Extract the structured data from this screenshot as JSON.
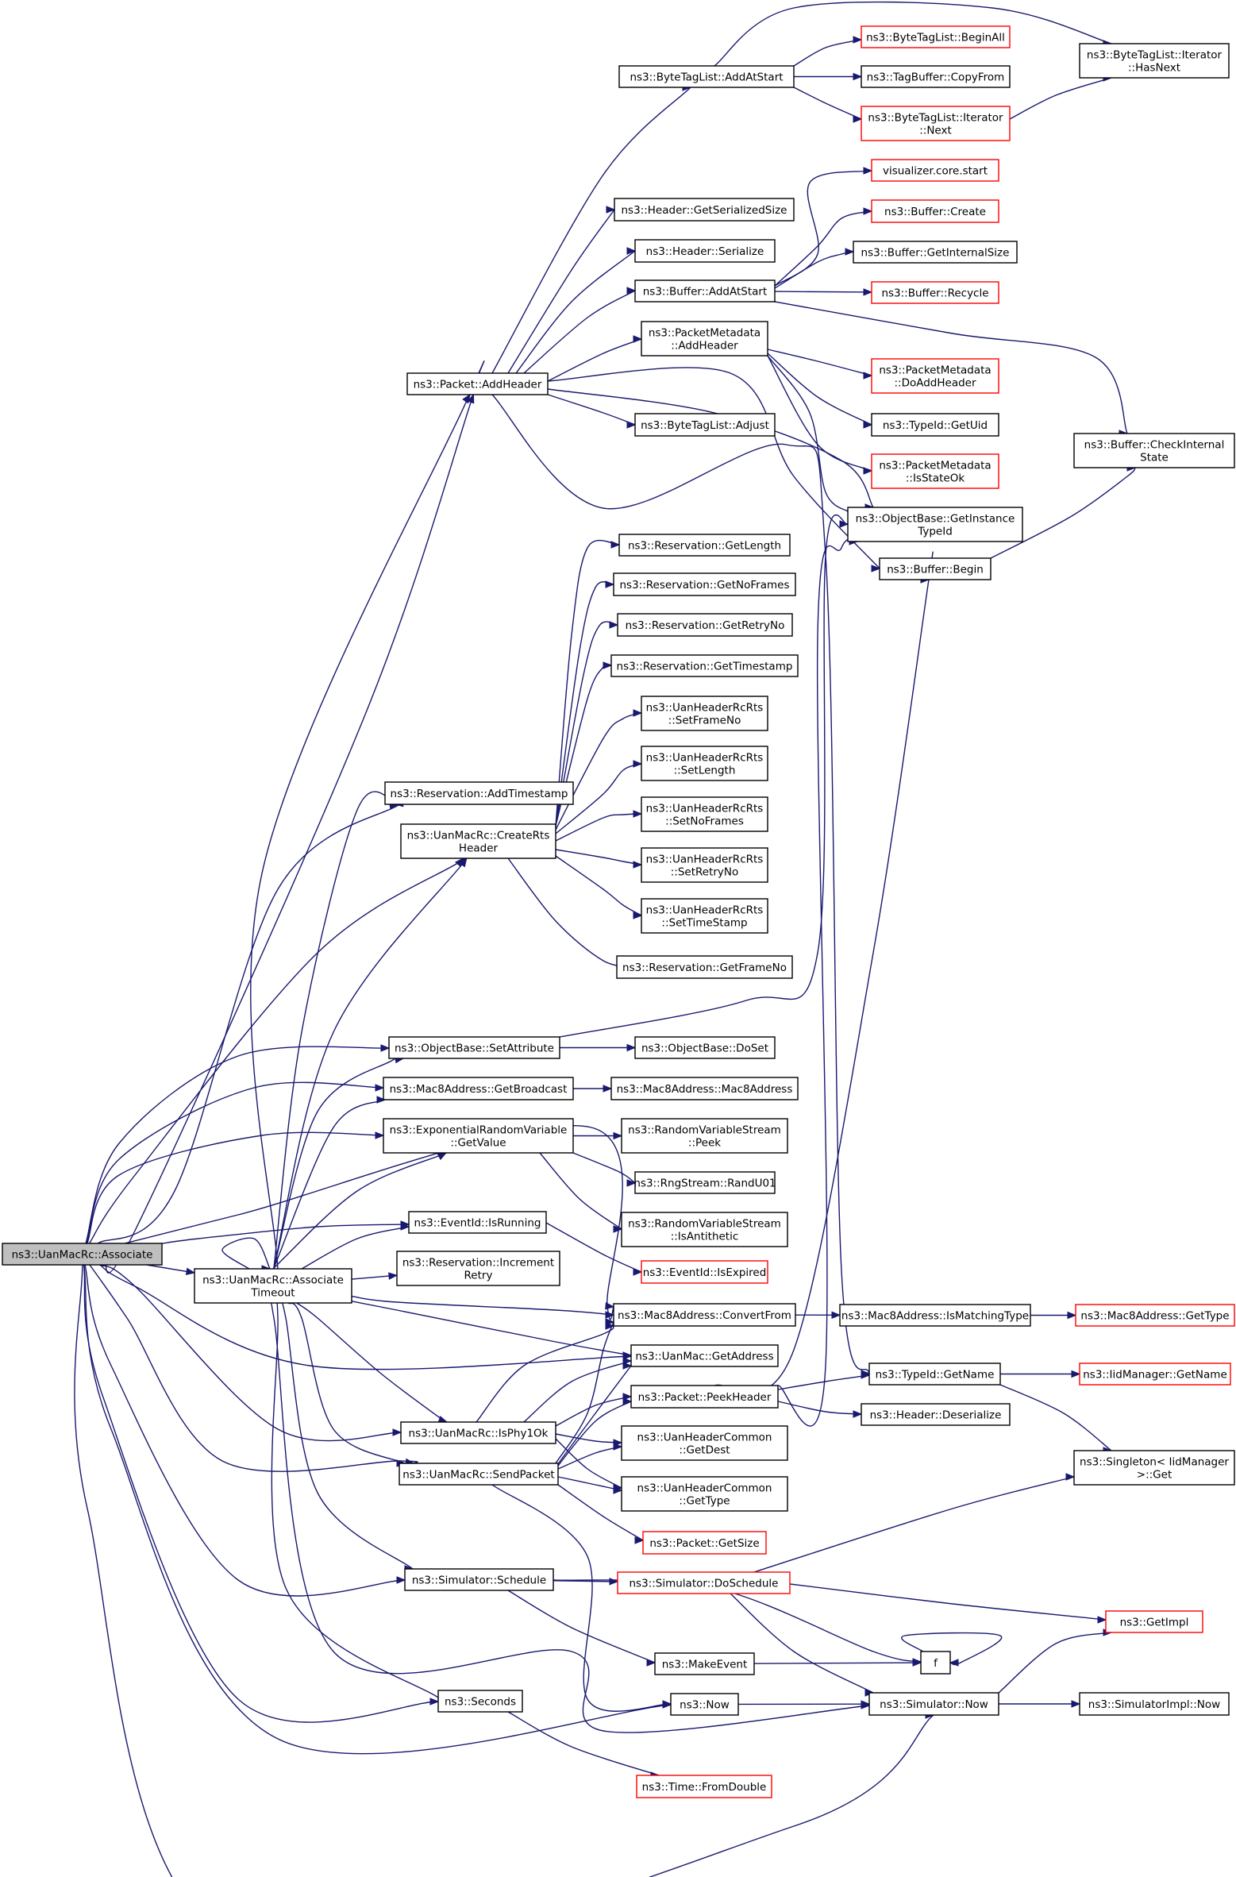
{
  "nodes": [
    {
      "id": "root",
      "lines": [
        "ns3::UanMacRc::Associate"
      ],
      "style": "root"
    },
    {
      "id": "assocTO",
      "lines": [
        "ns3::UanMacRc::Associate",
        "Timeout"
      ],
      "style": "normal"
    },
    {
      "id": "addHeader",
      "lines": [
        "ns3::Packet::AddHeader"
      ],
      "style": "normal"
    },
    {
      "id": "resAddTs",
      "lines": [
        "ns3::Reservation::AddTimestamp"
      ],
      "style": "normal"
    },
    {
      "id": "createRts",
      "lines": [
        "ns3::UanMacRc::CreateRts",
        "Header"
      ],
      "style": "normal"
    },
    {
      "id": "setAttr",
      "lines": [
        "ns3::ObjectBase::SetAttribute"
      ],
      "style": "normal"
    },
    {
      "id": "getBcast",
      "lines": [
        "ns3::Mac8Address::GetBroadcast"
      ],
      "style": "normal"
    },
    {
      "id": "expGetValue",
      "lines": [
        "ns3::ExponentialRandomVariable",
        "::GetValue"
      ],
      "style": "normal"
    },
    {
      "id": "evIsRunning",
      "lines": [
        "ns3::EventId::IsRunning"
      ],
      "style": "normal"
    },
    {
      "id": "resIncRetry",
      "lines": [
        "ns3::Reservation::Increment",
        "Retry"
      ],
      "style": "normal"
    },
    {
      "id": "isPhy1Ok",
      "lines": [
        "ns3::UanMacRc::IsPhy1Ok"
      ],
      "style": "normal"
    },
    {
      "id": "sendPacket",
      "lines": [
        "ns3::UanMacRc::SendPacket"
      ],
      "style": "normal"
    },
    {
      "id": "simSchedule",
      "lines": [
        "ns3::Simulator::Schedule"
      ],
      "style": "normal"
    },
    {
      "id": "seconds",
      "lines": [
        "ns3::Seconds"
      ],
      "style": "normal"
    },
    {
      "id": "btlAddAtStart",
      "lines": [
        "ns3::ByteTagList::AddAtStart"
      ],
      "style": "normal"
    },
    {
      "id": "hdrGetSerSize",
      "lines": [
        "ns3::Header::GetSerializedSize"
      ],
      "style": "normal"
    },
    {
      "id": "hdrSerialize",
      "lines": [
        "ns3::Header::Serialize"
      ],
      "style": "normal"
    },
    {
      "id": "bufAddAtStart",
      "lines": [
        "ns3::Buffer::AddAtStart"
      ],
      "style": "normal"
    },
    {
      "id": "pmAddHeader",
      "lines": [
        "ns3::PacketMetadata",
        "::AddHeader"
      ],
      "style": "normal"
    },
    {
      "id": "btlAdjust",
      "lines": [
        "ns3::ByteTagList::Adjust"
      ],
      "style": "normal"
    },
    {
      "id": "resGetLength",
      "lines": [
        "ns3::Reservation::GetLength"
      ],
      "style": "normal"
    },
    {
      "id": "resGetNoFrames",
      "lines": [
        "ns3::Reservation::GetNoFrames"
      ],
      "style": "normal"
    },
    {
      "id": "resGetRetryNo",
      "lines": [
        "ns3::Reservation::GetRetryNo"
      ],
      "style": "normal"
    },
    {
      "id": "resGetTimestamp",
      "lines": [
        "ns3::Reservation::GetTimestamp"
      ],
      "style": "normal"
    },
    {
      "id": "rtsSetFrameNo",
      "lines": [
        "ns3::UanHeaderRcRts",
        "::SetFrameNo"
      ],
      "style": "normal"
    },
    {
      "id": "rtsSetLength",
      "lines": [
        "ns3::UanHeaderRcRts",
        "::SetLength"
      ],
      "style": "normal"
    },
    {
      "id": "rtsSetNoFrames",
      "lines": [
        "ns3::UanHeaderRcRts",
        "::SetNoFrames"
      ],
      "style": "normal"
    },
    {
      "id": "rtsSetRetryNo",
      "lines": [
        "ns3::UanHeaderRcRts",
        "::SetRetryNo"
      ],
      "style": "normal"
    },
    {
      "id": "rtsSetTimeStamp",
      "lines": [
        "ns3::UanHeaderRcRts",
        "::SetTimeStamp"
      ],
      "style": "normal"
    },
    {
      "id": "resGetFrameNo",
      "lines": [
        "ns3::Reservation::GetFrameNo"
      ],
      "style": "normal"
    },
    {
      "id": "obDoSet",
      "lines": [
        "ns3::ObjectBase::DoSet"
      ],
      "style": "normal"
    },
    {
      "id": "mac8Ctor",
      "lines": [
        "ns3::Mac8Address::Mac8Address"
      ],
      "style": "normal"
    },
    {
      "id": "rvsPeek",
      "lines": [
        "ns3::RandomVariableStream",
        "::Peek"
      ],
      "style": "normal"
    },
    {
      "id": "rngRandU01",
      "lines": [
        "ns3::RngStream::RandU01"
      ],
      "style": "normal"
    },
    {
      "id": "rvsIsAnti",
      "lines": [
        "ns3::RandomVariableStream",
        "::IsAntithetic"
      ],
      "style": "normal"
    },
    {
      "id": "evIsExpired",
      "lines": [
        "ns3::EventId::IsExpired"
      ],
      "style": "red"
    },
    {
      "id": "mac8ConvertFrom",
      "lines": [
        "ns3::Mac8Address::ConvertFrom"
      ],
      "style": "normal"
    },
    {
      "id": "uanMacGetAddr",
      "lines": [
        "ns3::UanMac::GetAddress"
      ],
      "style": "normal"
    },
    {
      "id": "pktPeekHeader",
      "lines": [
        "ns3::Packet::PeekHeader"
      ],
      "style": "normal"
    },
    {
      "id": "uhcGetDest",
      "lines": [
        "ns3::UanHeaderCommon",
        "::GetDest"
      ],
      "style": "normal"
    },
    {
      "id": "uhcGetType",
      "lines": [
        "ns3::UanHeaderCommon",
        "::GetType"
      ],
      "style": "normal"
    },
    {
      "id": "pktGetSize",
      "lines": [
        "ns3::Packet::GetSize"
      ],
      "style": "red"
    },
    {
      "id": "simDoSchedule",
      "lines": [
        "ns3::Simulator::DoSchedule"
      ],
      "style": "red"
    },
    {
      "id": "makeEvent",
      "lines": [
        "ns3::MakeEvent"
      ],
      "style": "normal"
    },
    {
      "id": "now",
      "lines": [
        "ns3::Now"
      ],
      "style": "normal"
    },
    {
      "id": "timeFromDouble",
      "lines": [
        "ns3::Time::FromDouble"
      ],
      "style": "red"
    },
    {
      "id": "btlBeginAll",
      "lines": [
        "ns3::ByteTagList::BeginAll"
      ],
      "style": "red"
    },
    {
      "id": "tbCopyFrom",
      "lines": [
        "ns3::TagBuffer::CopyFrom"
      ],
      "style": "normal"
    },
    {
      "id": "btlIterNext",
      "lines": [
        "ns3::ByteTagList::Iterator",
        "::Next"
      ],
      "style": "red"
    },
    {
      "id": "btlIterHasNext",
      "lines": [
        "ns3::ByteTagList::Iterator",
        "::HasNext"
      ],
      "style": "normal"
    },
    {
      "id": "vizCoreStart",
      "lines": [
        "visualizer.core.start"
      ],
      "style": "red"
    },
    {
      "id": "bufCreate",
      "lines": [
        "ns3::Buffer::Create"
      ],
      "style": "red"
    },
    {
      "id": "bufGetInternalSize",
      "lines": [
        "ns3::Buffer::GetInternalSize"
      ],
      "style": "normal"
    },
    {
      "id": "bufRecycle",
      "lines": [
        "ns3::Buffer::Recycle"
      ],
      "style": "red"
    },
    {
      "id": "bufCheckInternal",
      "lines": [
        "ns3::Buffer::CheckInternal",
        "State"
      ],
      "style": "normal"
    },
    {
      "id": "pmDoAddHeader",
      "lines": [
        "ns3::PacketMetadata",
        "::DoAddHeader"
      ],
      "style": "red"
    },
    {
      "id": "typeIdGetUid",
      "lines": [
        "ns3::TypeId::GetUid"
      ],
      "style": "normal"
    },
    {
      "id": "pmIsStateOk",
      "lines": [
        "ns3::PacketMetadata",
        "::IsStateOk"
      ],
      "style": "red"
    },
    {
      "id": "obGetInstTypeId",
      "lines": [
        "ns3::ObjectBase::GetInstance",
        "TypeId"
      ],
      "style": "normal"
    },
    {
      "id": "bufBegin",
      "lines": [
        "ns3::Buffer::Begin"
      ],
      "style": "normal"
    },
    {
      "id": "mac8IsMatching",
      "lines": [
        "ns3::Mac8Address::IsMatchingType"
      ],
      "style": "normal"
    },
    {
      "id": "mac8GetType",
      "lines": [
        "ns3::Mac8Address::GetType"
      ],
      "style": "red"
    },
    {
      "id": "typeIdGetName",
      "lines": [
        "ns3::TypeId::GetName"
      ],
      "style": "normal"
    },
    {
      "id": "iidGetName",
      "lines": [
        "ns3::IidManager::GetName"
      ],
      "style": "red"
    },
    {
      "id": "hdrDeserialize",
      "lines": [
        "ns3::Header::Deserialize"
      ],
      "style": "normal"
    },
    {
      "id": "singletonGet",
      "lines": [
        "ns3::Singleton< IidManager",
        ">::Get"
      ],
      "style": "normal"
    },
    {
      "id": "getImpl",
      "lines": [
        "ns3::GetImpl"
      ],
      "style": "red"
    },
    {
      "id": "f",
      "lines": [
        "f"
      ],
      "style": "normal"
    },
    {
      "id": "simNow",
      "lines": [
        "ns3::Simulator::Now"
      ],
      "style": "normal"
    },
    {
      "id": "simImplNow",
      "lines": [
        "ns3::SimulatorImpl::Now"
      ],
      "style": "normal"
    }
  ]
}
